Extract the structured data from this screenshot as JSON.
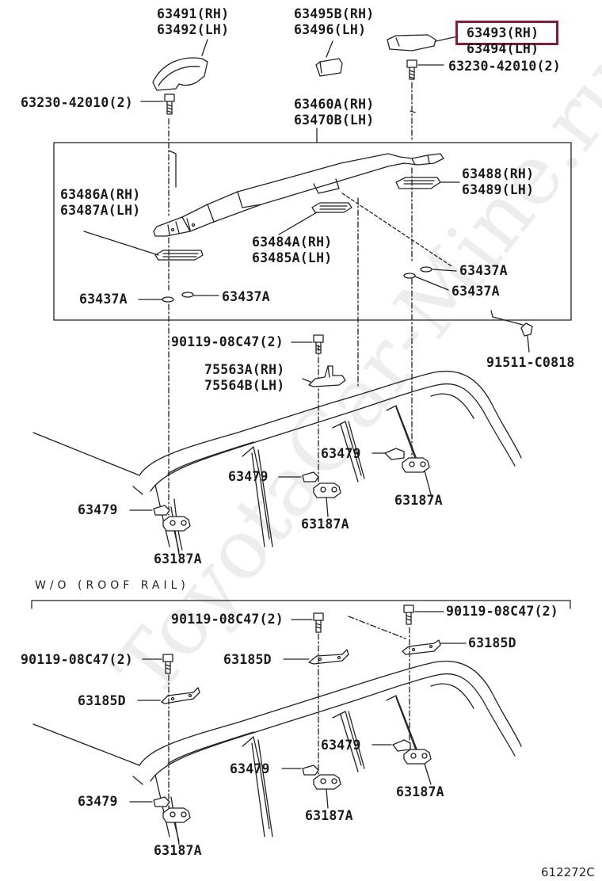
{
  "diagram_id": "612272C",
  "watermark": "ToyotaCar-Mine.ru",
  "section_title": "W/O (ROOF RAIL)",
  "highlight_color": "#8b1a3a",
  "labels": {
    "l_63491": "63491(RH)\n63492(LH)",
    "l_63495": "63495B(RH)\n63496(LH)",
    "l_63493": "63493(RH)",
    "l_63494": "63494(LH)",
    "l_63230_right": "63230-42010(2)",
    "l_63230_left": "63230-42010(2)",
    "l_63460": "63460A(RH)\n63470B(LH)",
    "l_63486": "63486A(RH)\n63487A(LH)",
    "l_63488": "63488(RH)\n63489(LH)",
    "l_63484": "63484A(RH)\n63485A(LH)",
    "l_63437_r1": "63437A",
    "l_63437_r2": "63437A",
    "l_63437_l1": "63437A",
    "l_63437_l2": "63437A",
    "l_91511": "91511-C0818",
    "l_90119_top": "90119-08C47(2)",
    "l_75563": "75563A(RH)\n75564B(LH)",
    "l_63479_a": "63479",
    "l_63479_b": "63479",
    "l_63479_c": "63479",
    "l_63187_a": "63187A",
    "l_63187_b": "63187A",
    "l_63187_c": "63187A",
    "l_90119_mid": "90119-08C47(2)",
    "l_90119_right": "90119-08C47(2)",
    "l_90119_left": "90119-08C47(2)",
    "l_63185_mid": "63185D",
    "l_63185_right": "63185D",
    "l_63185_left": "63185D",
    "l_63479_d": "63479",
    "l_63479_e": "63479",
    "l_63479_f": "63479",
    "l_63187_d": "63187A",
    "l_63187_e": "63187A",
    "l_63187_f": "63187A"
  }
}
